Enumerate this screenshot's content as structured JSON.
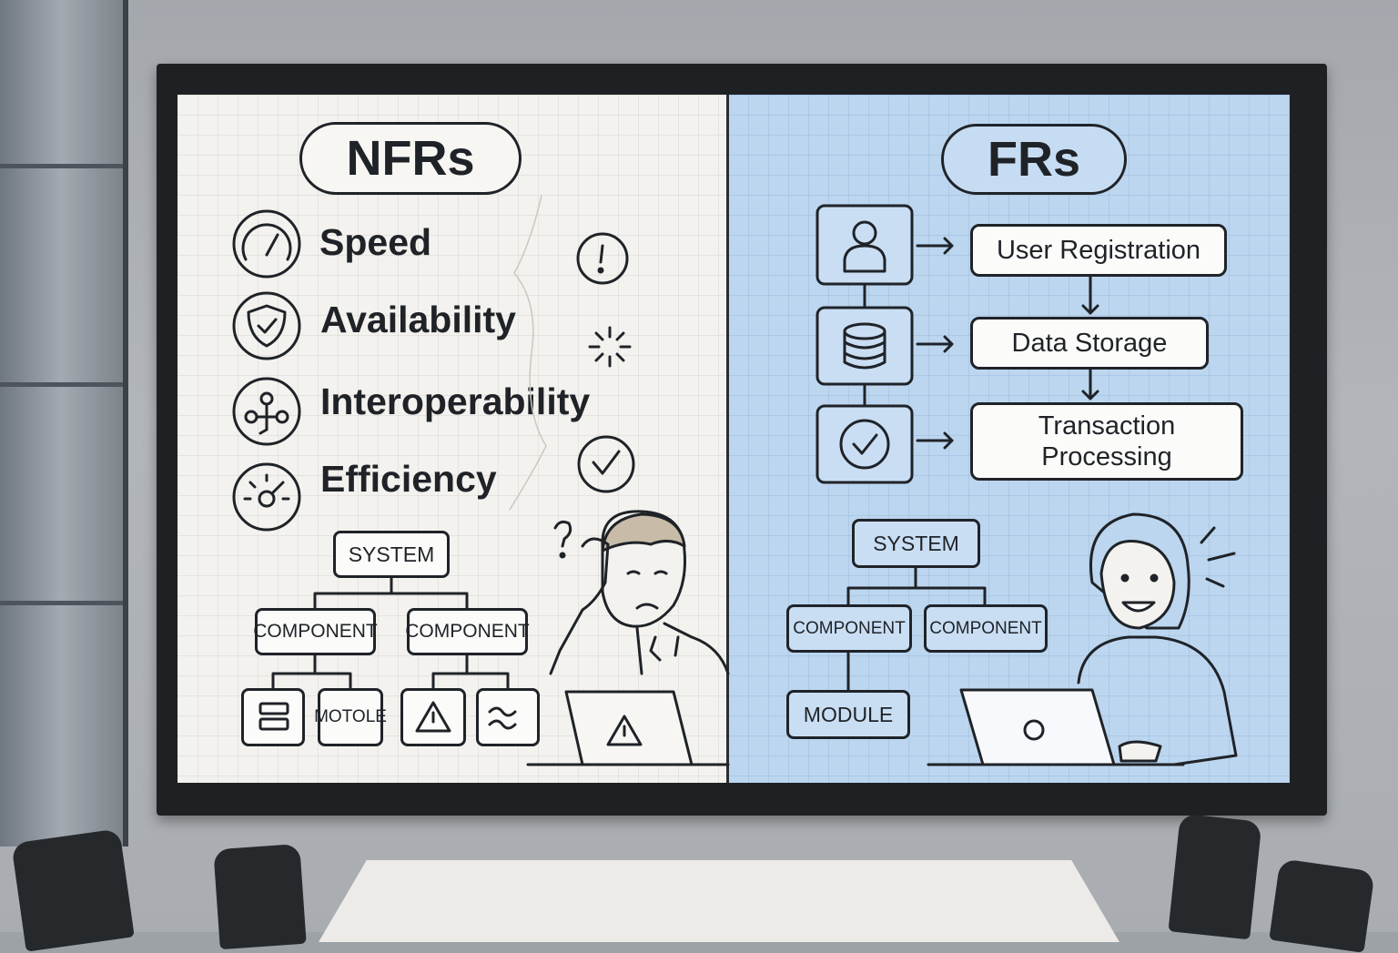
{
  "left_panel": {
    "title": "NFRs",
    "items": [
      {
        "label": "Speed",
        "icon": "speedometer-icon"
      },
      {
        "label": "Availability",
        "icon": "shield-check-icon"
      },
      {
        "label": "Interoperability",
        "icon": "network-icon"
      },
      {
        "label": "Efficiency",
        "icon": "gauge-icon"
      }
    ],
    "tree": {
      "root": "SYSTEM",
      "components": [
        "COMPONENT",
        "COMPONENT"
      ],
      "leaf_label": "MOTOLE"
    }
  },
  "right_panel": {
    "title": "FRs",
    "flow": [
      {
        "label": "User Registration",
        "icon": "user-icon"
      },
      {
        "label": "Data Storage",
        "icon": "database-icon"
      },
      {
        "label_line1": "Transaction",
        "label_line2": "Processing",
        "icon": "check-circle-icon"
      }
    ],
    "tree": {
      "root": "SYSTEM",
      "components": [
        "COMPONENT",
        "COMPONENT"
      ],
      "module": "MODULE"
    }
  },
  "colors": {
    "left_background": "#f3f2ee",
    "right_background": "#bcd6ef",
    "ink": "#1f2328",
    "frame": "#1e2124"
  }
}
